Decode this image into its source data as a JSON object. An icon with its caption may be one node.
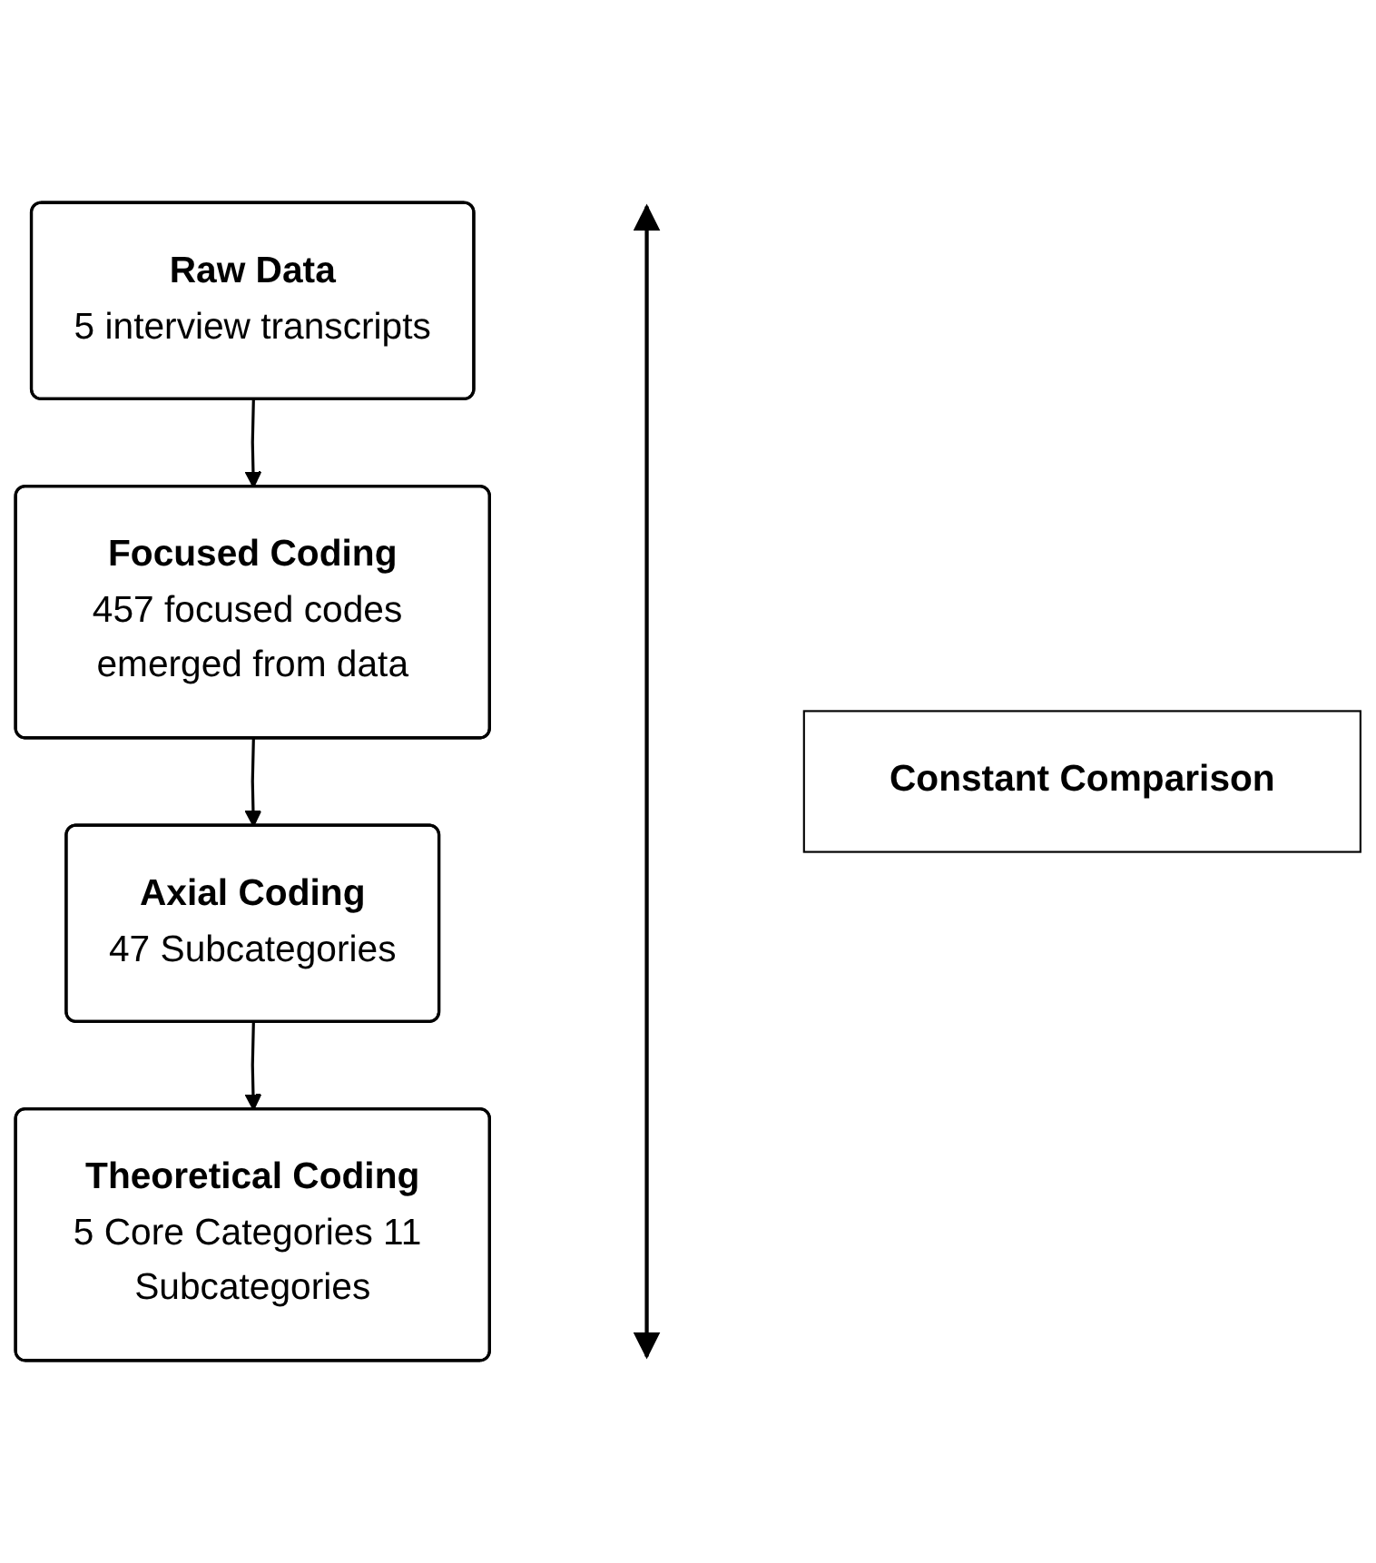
{
  "diagram": {
    "nodes": [
      {
        "text": [
          "Raw Data",
          "5 interview transcripts"
        ]
      },
      {
        "text": [
          "Focused Coding",
          "457 focused codes emerged from data"
        ]
      },
      {
        "text": [
          "Axial Coding",
          "47 Subcategories"
        ]
      },
      {
        "text": [
          "Theoretical Coding",
          "5 Core Categories 11 Subcategories"
        ]
      },
      {
        "text": [
          "Constant Comparison"
        ]
      }
    ],
    "edges": [
      {
        "from": 0,
        "to": 1,
        "arrow": "to"
      },
      {
        "from": 1,
        "to": 2,
        "arrow": "to"
      },
      {
        "from": 2,
        "to": 3,
        "arrow": "to"
      }
    ]
  }
}
